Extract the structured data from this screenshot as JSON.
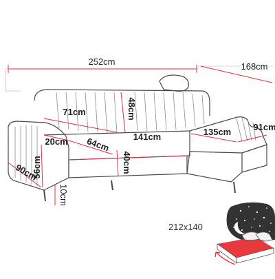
{
  "dimensions": {
    "total_length": "252cm",
    "total_depth": "168cm",
    "backrest_length": "71cm",
    "back_height": "48cm",
    "seat_width": "141cm",
    "chaise_length": "135cm",
    "chaise_width": "91cm",
    "armrest_width": "20cm",
    "seat_depth": "64cm",
    "seat_height": "40cm",
    "arm_height": "56cm",
    "side_depth": "90cm",
    "leg_height": "10cm"
  },
  "bed_size": "212x140",
  "colors": {
    "dimension_line": "#e0303a",
    "accent_red": "#e8393c",
    "outline": "#444444"
  }
}
